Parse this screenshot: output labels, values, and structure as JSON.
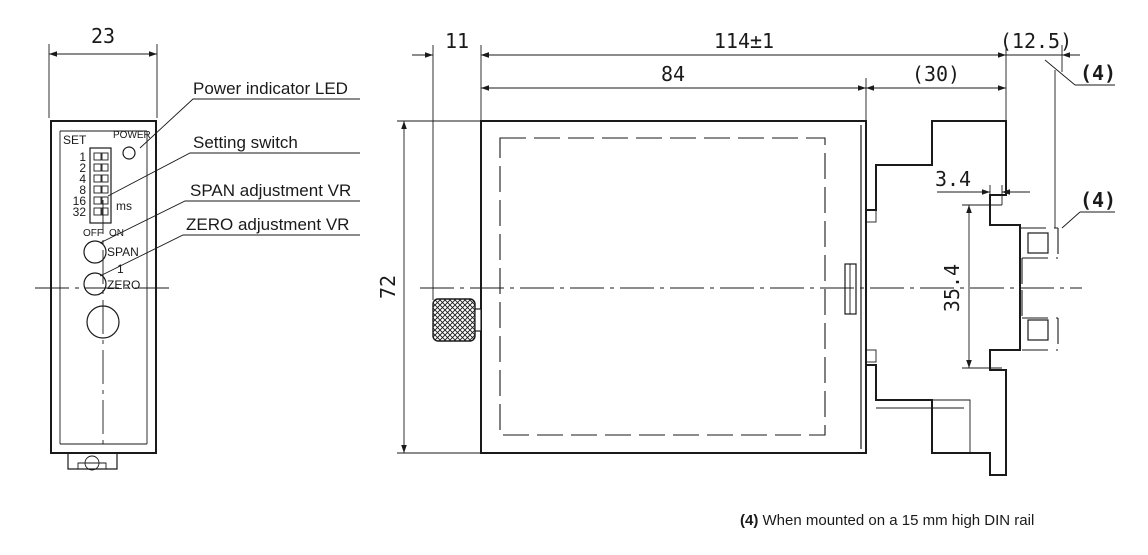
{
  "front_view": {
    "width_dim": "23",
    "labels": {
      "power_led": "Power indicator LED",
      "setting_switch": "Setting switch",
      "span_vr": "SPAN adjustment VR",
      "zero_vr": "ZERO adjustment VR"
    },
    "panel": {
      "set": "SET",
      "power": "POWER",
      "switch_values": [
        "1",
        "2",
        "4",
        "8",
        "16",
        "32"
      ],
      "unit": "ms",
      "off": "OFF",
      "on": "ON",
      "span": "SPAN",
      "zero": "ZERO",
      "zero_number": "1"
    }
  },
  "side_view": {
    "dims": {
      "knob_depth": "11",
      "total_length": "114±1",
      "rail_offset": "(12.5)",
      "body_length": "84",
      "mount_length": "(30)",
      "note_ref_top": "(4)",
      "note_ref_mid": "(4)",
      "rail_depth": "3.4",
      "rail_height": "35.4",
      "height": "72"
    }
  },
  "note": {
    "ref": "(4)",
    "text": "When mounted on a 15 mm high DIN rail"
  }
}
